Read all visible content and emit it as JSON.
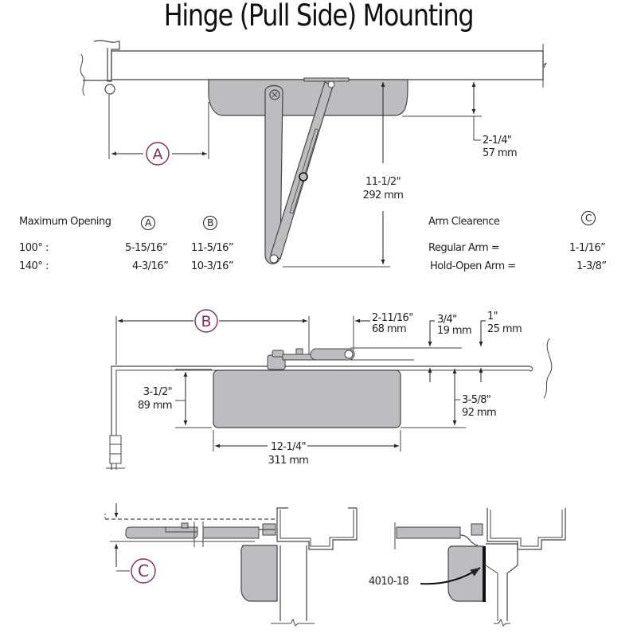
{
  "title": "Hinge (Pull Side) Mounting",
  "colors": {
    "closer_body": "#bcbdc0",
    "line": "#444444",
    "callout": "#7a3060",
    "shadow_strip": "#111111"
  },
  "top_view": {
    "callout_a": "A",
    "dim_depth": {
      "imperial": "2-1/4\"",
      "metric": "57 mm"
    },
    "dim_arm_reach": {
      "imperial": "11-1/2\"",
      "metric": "292 mm"
    }
  },
  "max_opening_table": {
    "heading": "Maximum Opening",
    "col_a": "A",
    "col_b": "B",
    "rows": [
      {
        "angle": "100° :",
        "a": "5-15/16”",
        "b": "11-5/16”"
      },
      {
        "angle": "140° :",
        "a": "4-3/16”",
        "b": "10-3/16”"
      }
    ]
  },
  "arm_clearance_table": {
    "heading": "Arm Clearence",
    "col_c": "C",
    "rows": [
      {
        "label": "Regular Arm =",
        "value": "1-1/16”"
      },
      {
        "label": "Hold-Open Arm =",
        "value": "1-3/8”"
      }
    ]
  },
  "front_view": {
    "callout_b": "B",
    "dim_shoe": {
      "imperial": "2-11/16\"",
      "metric": "68 mm"
    },
    "dim_34": {
      "imperial": "3/4\"",
      "metric": "19 mm"
    },
    "dim_1": {
      "imperial": "1\"",
      "metric": "25 mm"
    },
    "dim_height": {
      "imperial": "3-1/2\"",
      "metric": "89 mm"
    },
    "dim_offset": {
      "imperial": "3-5/8\"",
      "metric": "92 mm"
    },
    "dim_length": {
      "imperial": "12-1/4\"",
      "metric": "311 mm"
    }
  },
  "section_view": {
    "callout_c": "C",
    "part_label": "4010-18"
  }
}
